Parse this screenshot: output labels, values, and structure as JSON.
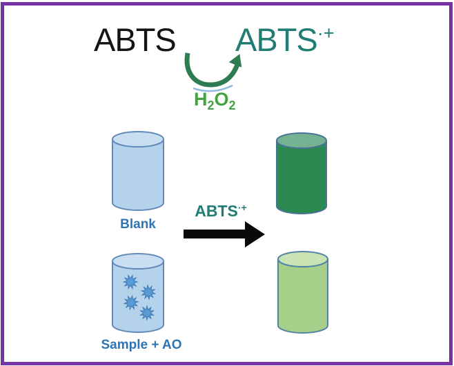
{
  "diagram": {
    "reaction_header": {
      "substrate": "ABTS",
      "product_base": "ABTS",
      "product_radical": "·+",
      "catalyst_parts": [
        "H",
        "2",
        "O",
        "2"
      ]
    },
    "transformation": {
      "reagent_base": "ABTS",
      "reagent_radical": "·+"
    },
    "vials": {
      "blank_label": "Blank",
      "sample_label": "Sample + AO"
    }
  },
  "icons": {
    "curved_reaction_arrow": "↷",
    "right_arrow": "➜",
    "antioxidant_star": "✹"
  },
  "colors": {
    "purple_border": "#7633a5",
    "text_black": "#141414",
    "teal_text": "#217c74",
    "green_text": "#41a43f",
    "arrow_green": "#2e7d52",
    "curve_underline": "#8fb8e0",
    "label_blue": "#2e74b5",
    "black_arrow": "#0a0a0a",
    "vial_blue_fill": "#b5d2ed",
    "vial_blue_top": "#cadef3",
    "vial_blue_stroke": "#5f8ab8",
    "star_fill": "#5b9bd5",
    "star_stroke": "#3d7ab5",
    "vial_dgreen_fill": "#2b8a52",
    "vial_dgreen_top": "#74b291",
    "vial_dgreen_stroke": "#4a7296",
    "vial_lgreen_fill": "#a6cf8a",
    "vial_lgreen_top": "#c9e3b3",
    "vial_lgreen_stroke": "#5181a8"
  }
}
